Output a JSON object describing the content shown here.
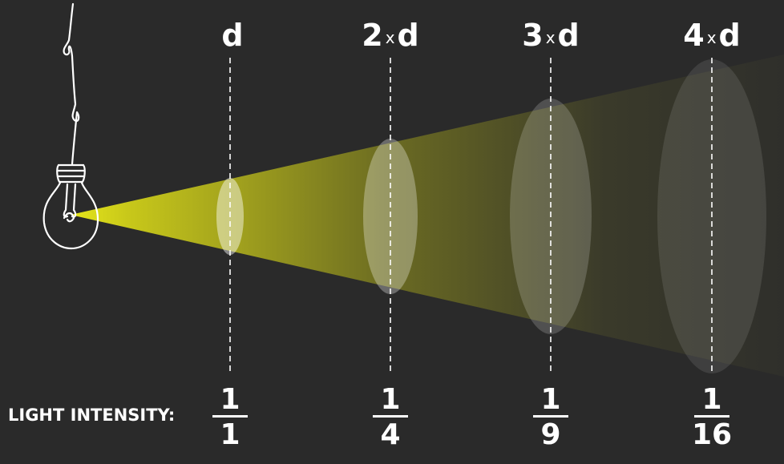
{
  "distances": [
    {
      "base": "",
      "times": "",
      "unit": "d"
    },
    {
      "base": "2",
      "times": "x",
      "unit": "d"
    },
    {
      "base": "3",
      "times": "x",
      "unit": "d"
    },
    {
      "base": "4",
      "times": "x",
      "unit": "d"
    }
  ],
  "intensity_label": "LIGHT INTENSITY:",
  "fractions": [
    {
      "numerator": "1",
      "denominator": "1"
    },
    {
      "numerator": "1",
      "denominator": "4"
    },
    {
      "numerator": "1",
      "denominator": "9"
    },
    {
      "numerator": "1",
      "denominator": "16"
    }
  ],
  "colors": {
    "background": "#2a2a2a",
    "beam_start": "#e6e61a",
    "beam_end": "#2e2e28",
    "text": "#ffffff"
  },
  "icons": [
    "light-bulb-icon"
  ]
}
